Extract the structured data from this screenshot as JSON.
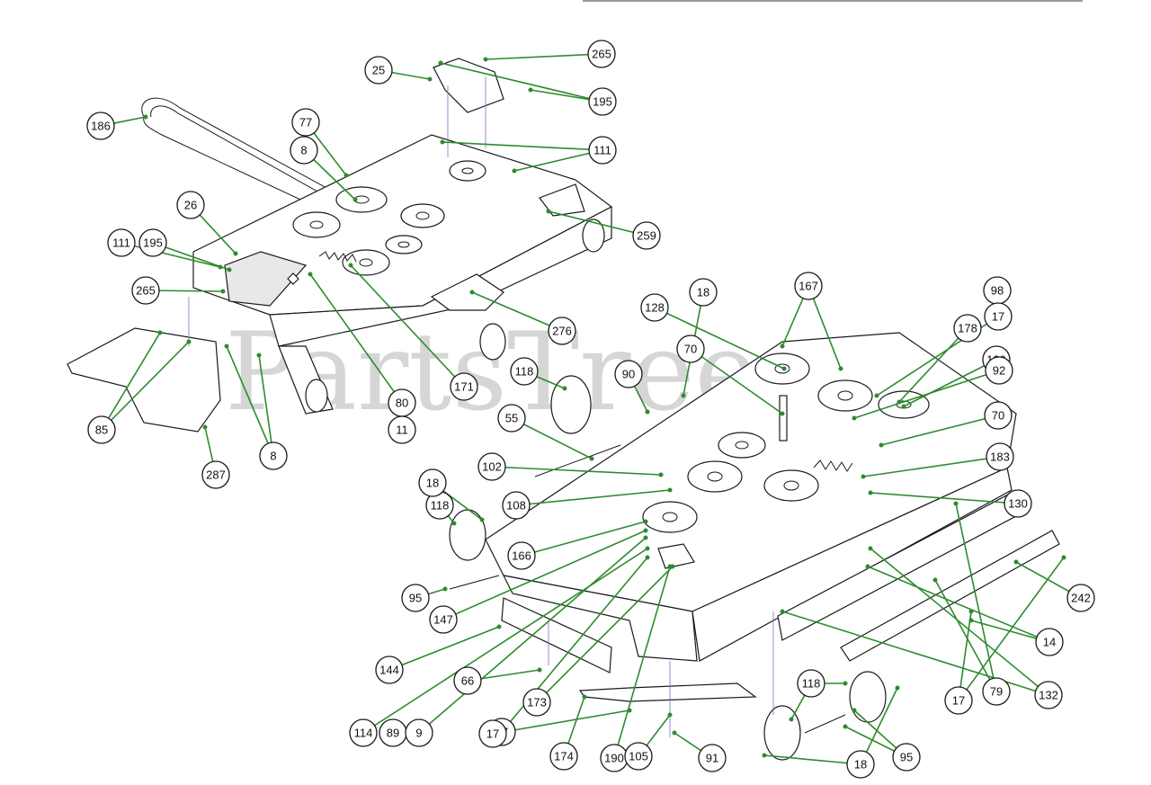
{
  "watermark": "PartsTree",
  "colors": {
    "leader": "#2e8b2e",
    "outline": "#1a1a1a",
    "watermark": "#b5b5b5"
  },
  "callouts": [
    "265",
    "25",
    "195",
    "186",
    "77",
    "111",
    "8",
    "26",
    "111",
    "195",
    "259",
    "265",
    "276",
    "80",
    "11",
    "171",
    "85",
    "8",
    "287",
    "18",
    "167",
    "98",
    "128",
    "17",
    "178",
    "70",
    "129",
    "92",
    "118",
    "90",
    "55",
    "70",
    "183",
    "102",
    "130",
    "108",
    "118",
    "18",
    "166",
    "95",
    "147",
    "242",
    "144",
    "66",
    "14",
    "173",
    "79",
    "132",
    "17",
    "17",
    "114",
    "89",
    "9",
    "17",
    "174",
    "190",
    "105",
    "91",
    "118",
    "95",
    "18"
  ]
}
